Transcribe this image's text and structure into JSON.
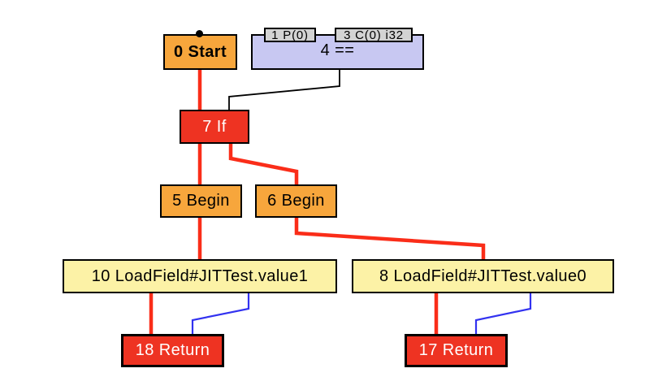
{
  "diagram": {
    "kind": "sea-of-nodes-ir-graph",
    "colors": {
      "background": "#ffffff",
      "node_border": "#000000",
      "control_node_fill": "#ee3322",
      "control_node_text": "#ffffff",
      "region_node_fill": "#f7a63c",
      "memory_node_fill": "#fcf2a6",
      "data_node_fill": "#c8c8f2",
      "port_fill": "#d3d3d3",
      "control_edge": "#fa2d19",
      "data_edge": "#3232f0",
      "condition_edge": "#000000"
    },
    "nodes": [
      {
        "id": "0",
        "label": "0 Start",
        "kind": "start",
        "fill": "#f7a63c",
        "text_color": "#000000"
      },
      {
        "id": "1",
        "label": "1 P(0)",
        "kind": "parameter-port",
        "fill": "#d3d3d3",
        "text_color": "#000000"
      },
      {
        "id": "3",
        "label": "3 C(0) i32",
        "kind": "constant-port",
        "fill": "#d3d3d3",
        "text_color": "#000000"
      },
      {
        "id": "4",
        "label": "4 ==",
        "kind": "compare",
        "fill": "#c8c8f2",
        "text_color": "#000000"
      },
      {
        "id": "7",
        "label": "7 If",
        "kind": "if",
        "fill": "#ee3322",
        "text_color": "#ffffff"
      },
      {
        "id": "5",
        "label": "5 Begin",
        "kind": "begin",
        "fill": "#f7a63c",
        "text_color": "#000000"
      },
      {
        "id": "6",
        "label": "6 Begin",
        "kind": "begin",
        "fill": "#f7a63c",
        "text_color": "#000000"
      },
      {
        "id": "10",
        "label": "10 LoadField#JITTest.value1",
        "kind": "loadfield",
        "fill": "#fcf2a6",
        "text_color": "#000000"
      },
      {
        "id": "8",
        "label": "8 LoadField#JITTest.value0",
        "kind": "loadfield",
        "fill": "#fcf2a6",
        "text_color": "#000000"
      },
      {
        "id": "18",
        "label": "18 Return",
        "kind": "return",
        "fill": "#ee3322",
        "text_color": "#ffffff"
      },
      {
        "id": "17",
        "label": "17 Return",
        "kind": "return",
        "fill": "#ee3322",
        "text_color": "#ffffff"
      }
    ],
    "edges": [
      {
        "from": "0 Start",
        "to": "7 If",
        "type": "control"
      },
      {
        "from": "4 ==",
        "to": "7 If",
        "type": "condition"
      },
      {
        "from": "7 If",
        "to": "5 Begin",
        "type": "control"
      },
      {
        "from": "7 If",
        "to": "6 Begin",
        "type": "control"
      },
      {
        "from": "5 Begin",
        "to": "10 LoadField#JITTest.value1",
        "type": "control"
      },
      {
        "from": "6 Begin",
        "to": "8 LoadField#JITTest.value0",
        "type": "control"
      },
      {
        "from": "10 LoadField#JITTest.value1",
        "to": "18 Return",
        "type": "control"
      },
      {
        "from": "10 LoadField#JITTest.value1",
        "to": "18 Return",
        "type": "data"
      },
      {
        "from": "8 LoadField#JITTest.value0",
        "to": "17 Return",
        "type": "control"
      },
      {
        "from": "8 LoadField#JITTest.value0",
        "to": "17 Return",
        "type": "data"
      }
    ]
  }
}
